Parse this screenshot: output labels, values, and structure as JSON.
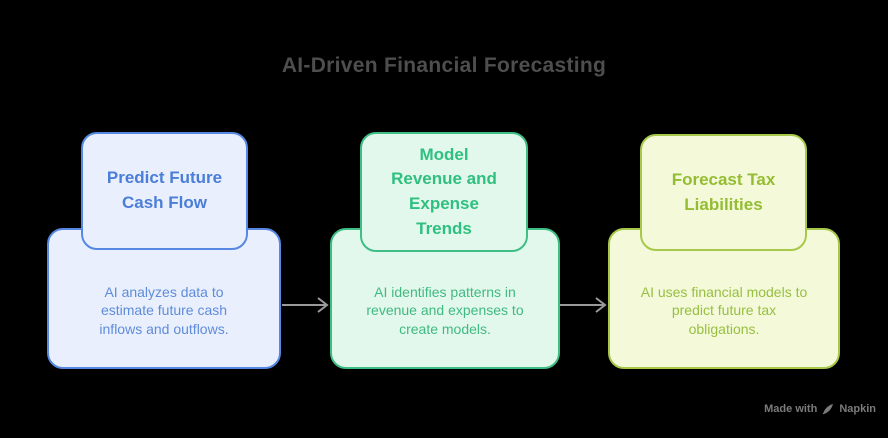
{
  "title": "AI-Driven Financial Forecasting",
  "colors": {
    "background": "#000000",
    "title": "#4e4e4e",
    "arrow": "#9a9a9a",
    "watermark": "#7b7b7b"
  },
  "cards": [
    {
      "title_lines": [
        "Predict Future",
        "Cash Flow"
      ],
      "description_lines": [
        "AI analyzes data to",
        "estimate future cash",
        "inflows and outflows."
      ],
      "colors": {
        "border": "#5687e2",
        "fill": "#e9effc",
        "title_text": "#4b7ed8",
        "body_text": "#5f8cda"
      }
    },
    {
      "title_lines": [
        "Model",
        "Revenue and",
        "Expense",
        "Trends"
      ],
      "description_lines": [
        "AI identifies patterns in",
        "revenue and expenses to",
        "create models."
      ],
      "colors": {
        "border": "#3ebe85",
        "fill": "#e3f8ec",
        "title_text": "#2fc080",
        "body_text": "#3fba80"
      }
    },
    {
      "title_lines": [
        "Forecast Tax",
        "Liabilities"
      ],
      "description_lines": [
        "AI uses financial models to",
        "predict future tax",
        "obligations."
      ],
      "colors": {
        "border": "#a6c94a",
        "fill": "#f4f9da",
        "title_text": "#95bd33",
        "body_text": "#97bf40"
      }
    }
  ],
  "watermark": {
    "prefix": "Made with",
    "brand": "Napkin",
    "icon": "pen-icon"
  }
}
